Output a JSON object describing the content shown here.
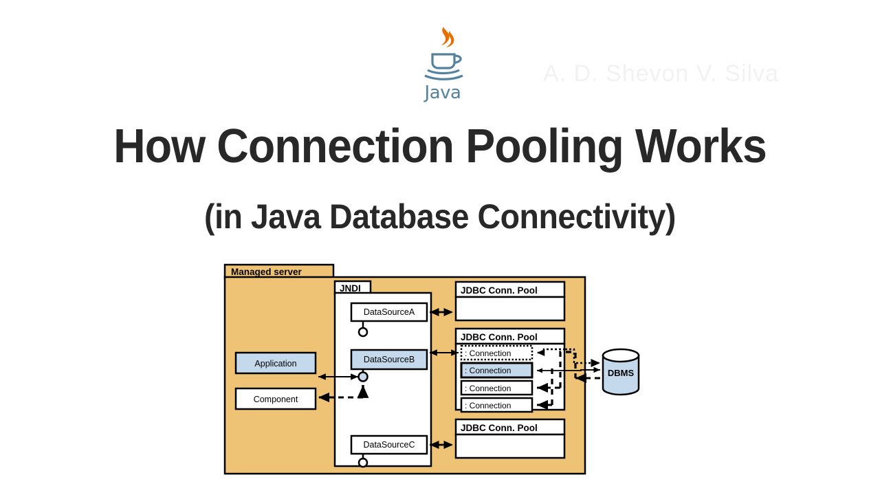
{
  "slide": {
    "background_color": "#ffffff",
    "logo": {
      "name": "java-logo",
      "wordmark": "Java",
      "steam_color": "#e76f00",
      "cup_color": "#5382a1"
    },
    "watermark": "A. D. Shevon V. Silva",
    "title_main": "How Connection Pooling Works",
    "title_sub": "(in Java Database Connectivity)",
    "title_color": "#282828"
  },
  "diagram": {
    "name": "jdbc-connection-pooling-diagram",
    "colors": {
      "server_fill": "#eec375",
      "server_stroke": "#000000",
      "white_fill": "#ffffff",
      "highlight_fill": "#c5d9ec",
      "dbms_fill": "#c5d9ec"
    },
    "managed_server": {
      "label": "Managed server"
    },
    "jndi": {
      "label": "JNDI",
      "datasources": [
        {
          "label": "DataSourceA",
          "highlighted": false
        },
        {
          "label": "DataSourceB",
          "highlighted": true
        },
        {
          "label": "DataSourceC",
          "highlighted": false
        }
      ]
    },
    "pools": [
      {
        "label": "JDBC Conn. Pool",
        "connections": []
      },
      {
        "label": "JDBC Conn. Pool",
        "connections": [
          {
            "label": ": Connection",
            "style": "dotted",
            "highlighted": false
          },
          {
            "label": ": Connection",
            "style": "solid",
            "highlighted": true
          },
          {
            "label": ": Connection",
            "style": "solid",
            "highlighted": false
          },
          {
            "label": ": Connection",
            "style": "solid",
            "highlighted": false
          }
        ]
      },
      {
        "label": "JDBC Conn. Pool",
        "connections": []
      }
    ],
    "clients": [
      {
        "label": "Application",
        "highlighted": true
      },
      {
        "label": "Component",
        "highlighted": false
      }
    ],
    "database": {
      "label": "DBMS"
    }
  }
}
